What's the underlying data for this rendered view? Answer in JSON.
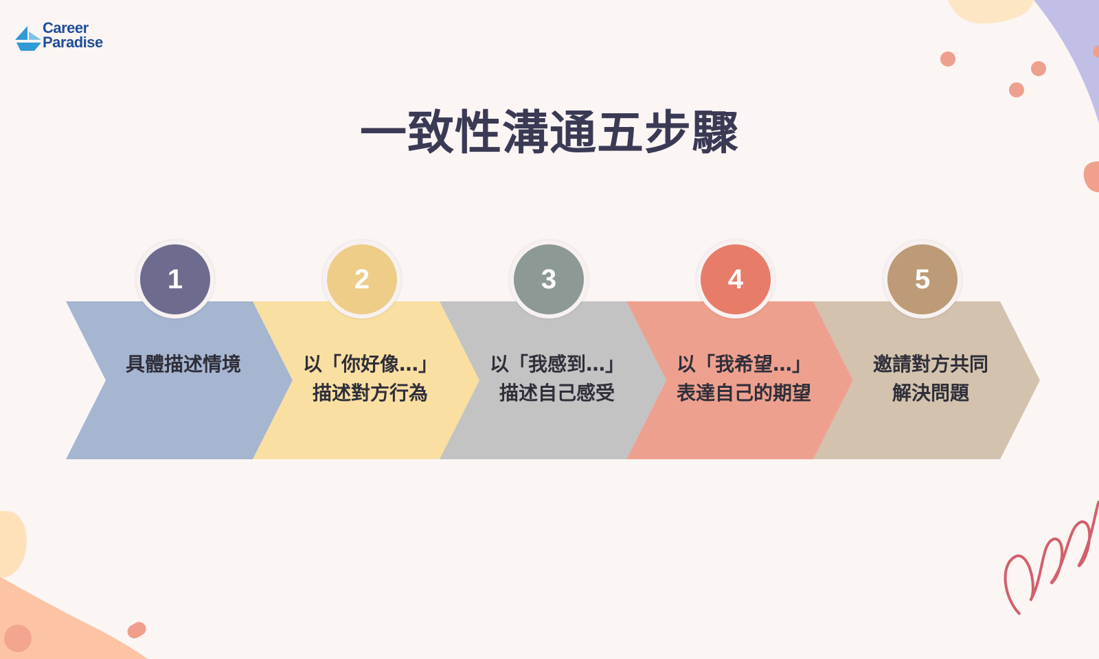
{
  "logo": {
    "line1": "Career",
    "line2": "Paradise"
  },
  "title": "一致性溝通五步驟",
  "steps": [
    {
      "number": "1",
      "label": "具體描述情境",
      "badge_color": "#6d6c8e",
      "arrow_color": "#a6b5d0"
    },
    {
      "number": "2",
      "label": "以「你好像…」\n描述對方行為",
      "badge_color": "#eecd88",
      "arrow_color": "#fadfa2"
    },
    {
      "number": "3",
      "label": "以「我感到…」\n描述自己感受",
      "badge_color": "#8c9994",
      "arrow_color": "#c3c3c3"
    },
    {
      "number": "4",
      "label": "以「我希望…」\n表達自己的期望",
      "badge_color": "#e77c69",
      "arrow_color": "#eea08f"
    },
    {
      "number": "5",
      "label": "邀請對方共同\n解決問題",
      "badge_color": "#bd9b76",
      "arrow_color": "#d3c2ae"
    }
  ],
  "colors": {
    "background": "#fbf5f4",
    "title": "#3a3a55",
    "logo": "#1f4f99"
  }
}
